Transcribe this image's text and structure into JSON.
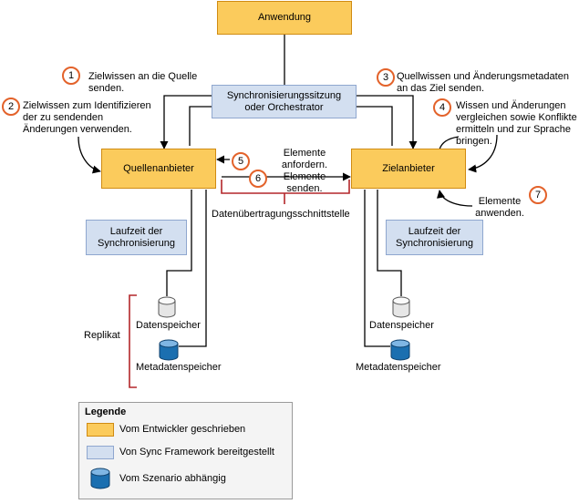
{
  "boxes": {
    "app": "Anwendung",
    "session": "Synchronisierungssitzung oder Orchestrator",
    "source": "Quellenanbieter",
    "target": "Zielanbieter",
    "runtime_left": "Laufzeit der Synchronisierung",
    "runtime_right": "Laufzeit der Synchronisierung"
  },
  "steps": [
    {
      "num": "1",
      "text": "Zielwissen an die Quelle senden."
    },
    {
      "num": "2",
      "text": "Zielwissen zum Identifizieren der zu sendenden Änderungen verwenden."
    },
    {
      "num": "3",
      "text": "Quellwissen und Änderungsmetadaten an das Ziel senden."
    },
    {
      "num": "4",
      "text": "Wissen und Änderungen vergleichen sowie Konflikte ermitteln und zur Sprache bringen."
    },
    {
      "num": "5",
      "text": "Elemente anfordern."
    },
    {
      "num": "6",
      "text": "Elemente senden."
    },
    {
      "num": "7",
      "text": "Elemente anwenden."
    }
  ],
  "interface_label": "Datenübertragungsschnittstelle",
  "replica_label": "Replikat",
  "stores": {
    "left_data": "Datenspeicher",
    "left_meta": "Metadatenspeicher",
    "right_data": "Datenspeicher",
    "right_meta": "Metadatenspeicher"
  },
  "legend": {
    "title": "Legende",
    "items": [
      {
        "label": "Vom Entwickler geschrieben"
      },
      {
        "label": "Von Sync Framework bereitgestellt"
      },
      {
        "label": "Vom Szenario abhängig"
      }
    ]
  },
  "colors": {
    "developer": "#fbcb5c",
    "framework": "#d3dff0",
    "scenario": "#1b6fb0",
    "step_circle": "#e3622a",
    "bracket": "#b3262a"
  }
}
